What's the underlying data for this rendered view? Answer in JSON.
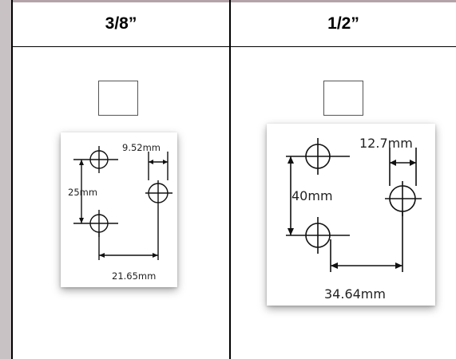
{
  "table": {
    "columns": [
      {
        "header": "3/8”",
        "diagram": {
          "hole_diameter": "9.52mm",
          "vertical_spacing": "25mm",
          "horizontal_spacing": "21.65mm"
        }
      },
      {
        "header": "1/2”",
        "diagram": {
          "hole_diameter": "12.7mm",
          "vertical_spacing": "40mm",
          "horizontal_spacing": "34.64mm"
        }
      }
    ]
  }
}
